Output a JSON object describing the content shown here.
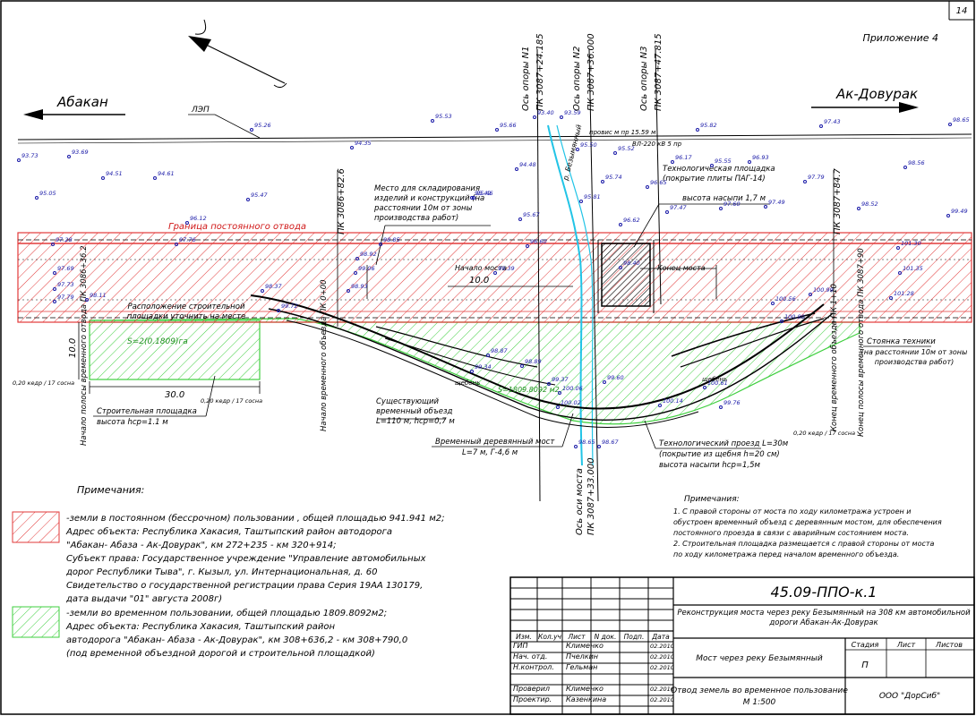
{
  "sheet": {
    "number": "14",
    "appendix": "Приложение 4"
  },
  "directions": {
    "left": "Абакан",
    "right": "Ак-Довурак"
  },
  "power_line": {
    "label": "ЛЭП",
    "wire_note": "провис м пр 15.59 м",
    "line_note": "ВЛ-220 кВ 5 пр"
  },
  "axes": [
    {
      "title": "Ось опоры N1",
      "pk": "ПК 3087+24.185"
    },
    {
      "title": "Ось опоры N2",
      "pk": "ПК 3087+36.000"
    },
    {
      "title": "Ось опоры N3",
      "pk": "ПК 3087+47.815"
    }
  ],
  "bridge_axis": {
    "title": "Ось оси моста",
    "pk": "ПК 3087+33.000"
  },
  "pk_marks": {
    "left": "ПК 3086+82.6",
    "right": "ПК 3087+84.7"
  },
  "plan_labels": {
    "boundary": "Граница постоянного отвода",
    "storage": "Место для складирования изделий и конструкций (на расстоянии 10м от зоны производства работ)",
    "tech_area": "Технологическая площадка (покрытие плиты ПАГ-14)",
    "tech_area_height": "высота насыпи 1,7 м",
    "bridge_start": "Начало моста",
    "bridge_end": "Конец моста",
    "width_10": "10.0",
    "width_30": "30.0",
    "site_note": "Расположение строительной площадки уточнить на месте",
    "site_label": "Строительная площадка",
    "site_height": "высота hср=1.1 м",
    "existing_bypass": "Существующий временный объезд L=110 м, hср=0,7 м",
    "temp_bridge": "Временный деревянный мост",
    "temp_bridge_dims": "L=7 м, Г-4,6 м",
    "tech_drive": "Технологический проезд L=30м",
    "tech_drive_cover": "(покрытие из щебня h=20 см)",
    "tech_drive_height": "высота насыпи hср=1,5м",
    "parking": "Стоянка техники",
    "parking_note": "(на расстоянии 10м от зоны производства работ)",
    "start_bypass": "Начало временного объезда ПК 0+00",
    "end_bypass": "Конец временного объезда ПК 1+10",
    "strip_start": "Начало полосы временного отвода ПК 3086+36.2",
    "strip_end": "Конец полосы временного отвода ПК 3087+90",
    "area_left": "S=2(0.1809)га",
    "area_mid": "S=1809.8092 м2",
    "river": "р. Безымянный",
    "gravel": "щебень",
    "plot_note": "0,20 кедр / 17 сосна"
  },
  "spot_heights": [
    "93.73",
    "93.69",
    "94.51",
    "94.61",
    "95.05",
    "95.26",
    "95.47",
    "95.53",
    "95.66",
    "93.40",
    "93.59",
    "94.35",
    "94.48",
    "95.50",
    "95.52",
    "95.46",
    "96.12",
    "95.42",
    "95.81",
    "95.74",
    "95.82",
    "96.17",
    "95.55",
    "96.93",
    "97.43",
    "98.65",
    "98.56",
    "97.79",
    "97.47",
    "97.60",
    "97.49",
    "98.52",
    "99.49",
    "96.62",
    "96.65",
    "95.67",
    "96.60",
    "97.28",
    "97.76",
    "97.69",
    "97.73",
    "97.79",
    "98.11",
    "98.37",
    "98.92",
    "98.85",
    "99.06",
    "98.93",
    "99.39",
    "98.40",
    "100.56",
    "100.80",
    "100.99",
    "101.30",
    "101.35",
    "101.28",
    "98.87",
    "99.72",
    "98.89",
    "99.34",
    "100.06",
    "100.02",
    "99.37",
    "100.14",
    "100.61",
    "99.76",
    "98.65",
    "98.67",
    "99.60"
  ],
  "notes_left": {
    "title": "Примечания:",
    "permanent": [
      "-земли в постоянном (бессрочном) пользовании , общей площадью 941.941 м2;",
      "Адрес объекта: Республика Хакасия, Таштыпский район автодорога",
      "\"Абакан- Абаза - Ак-Довурак\", км 272+235 - км 320+914;",
      "Субъект права: Государственное учреждение \"Управление автомобильных",
      "дорог Республики Тыва\", г. Кызыл, ул. Интернациональная, д. 60",
      "Свидетельство о государственной регистрации права Серия 19АА 130179,",
      "дата выдачи \"01\" августа 2008г)"
    ],
    "temporary": [
      "-земли во временном пользовании, общей площадью 1809.8092м2;",
      "Адрес объекта: Республика Хакасия, Таштыпский район",
      "автодорога \"Абакан- Абаза - Ак-Довурак\", км 308+636,2 - км 308+790,0",
      "(под временной объездной дорогой и строительной площадкой)"
    ]
  },
  "notes_right": {
    "title": "Примечания:",
    "lines": [
      "1. С правой стороны от моста по ходу километража устроен и",
      "обустроен временный объезд с деревянным мостом, для обеспечения",
      "постоянного проезда в связи с аварийным состоянием моста.",
      "2. Строительная площадка размещается с правой стороны от моста",
      "по ходу километража перед началом временного объезда."
    ]
  },
  "title_block": {
    "code": "45.09-ППО-к.1",
    "project": "Реконструкция моста через реку Безымянный на 308 км автомобильной дороги Абакан-Ак-Довурак",
    "object": "Мост через реку Безымянный",
    "sheet_title": "Отвод земель во временное пользование",
    "scale": "М 1:500",
    "company": "ООО \"ДорСиб\"",
    "stage_header": "Стадия",
    "sheet_header": "Лист",
    "sheets_header": "Листов",
    "stage_value": "П",
    "col_headers": [
      "Изм.",
      "Кол.уч",
      "Лист",
      "N док.",
      "Подп.",
      "Дата"
    ],
    "rows": [
      {
        "role": "ГИП",
        "name": "Клименко",
        "date": "02.2010"
      },
      {
        "role": "Нач. отд.",
        "name": "Пчелкин",
        "date": "02.2010"
      },
      {
        "role": "Н.контрол.",
        "name": "Гельман",
        "date": "02.2010"
      },
      {
        "role": "Проверил",
        "name": "Клименко",
        "date": "02.2010"
      },
      {
        "role": "Проектир.",
        "name": "Казенкина",
        "date": "02.2010"
      }
    ]
  },
  "colors": {
    "permanent_hatch": "#e23a3a",
    "temporary_hatch": "#3fcf3f",
    "river": "#22c4e6",
    "spot_height": "#1a1aa8"
  }
}
